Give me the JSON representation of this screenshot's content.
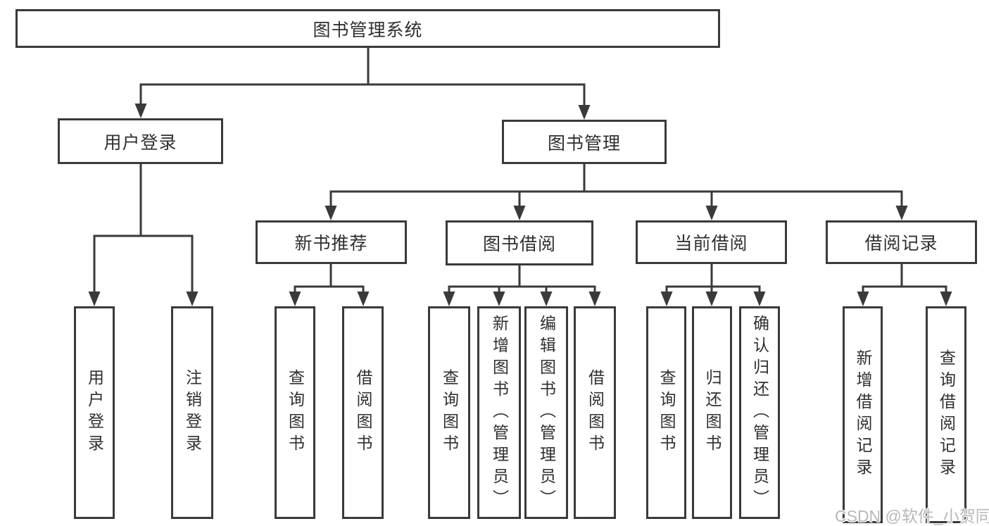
{
  "nodes": {
    "root": {
      "label": "图书管理系统"
    },
    "level2": [
      {
        "label": "用户登录"
      },
      {
        "label": "图书管理"
      }
    ],
    "level3": [
      {
        "label": "新书推荐",
        "parent": "图书管理"
      },
      {
        "label": "图书借阅",
        "parent": "图书管理"
      },
      {
        "label": "当前借阅",
        "parent": "图书管理"
      },
      {
        "label": "借阅记录",
        "parent": "图书管理"
      }
    ],
    "leaves": [
      {
        "label": "用户登录",
        "parent": "用户登录"
      },
      {
        "label": "注销登录",
        "parent": "用户登录"
      },
      {
        "label": "查询图书",
        "parent": "新书推荐"
      },
      {
        "label": "借阅图书",
        "parent": "新书推荐"
      },
      {
        "label": "查询图书",
        "parent": "图书借阅"
      },
      {
        "label": "新增图书（管理员）",
        "parent": "图书借阅"
      },
      {
        "label": "编辑图书（管理员）",
        "parent": "图书借阅"
      },
      {
        "label": "借阅图书",
        "parent": "图书借阅"
      },
      {
        "label": "查询图书",
        "parent": "当前借阅"
      },
      {
        "label": "归还图书",
        "parent": "当前借阅"
      },
      {
        "label": "确认归还（管理员）",
        "parent": "当前借阅"
      },
      {
        "label": "新增借阅记录",
        "parent": "借阅记录"
      },
      {
        "label": "查询借阅记录",
        "parent": "借阅记录"
      }
    ]
  },
  "watermark": {
    "text": "CSDN @软件_小贺同学"
  },
  "colors": {
    "line": "#3a3a3a",
    "text": "#2f2f2f",
    "background": "#ffffff",
    "watermark": "#b8b8b8"
  }
}
